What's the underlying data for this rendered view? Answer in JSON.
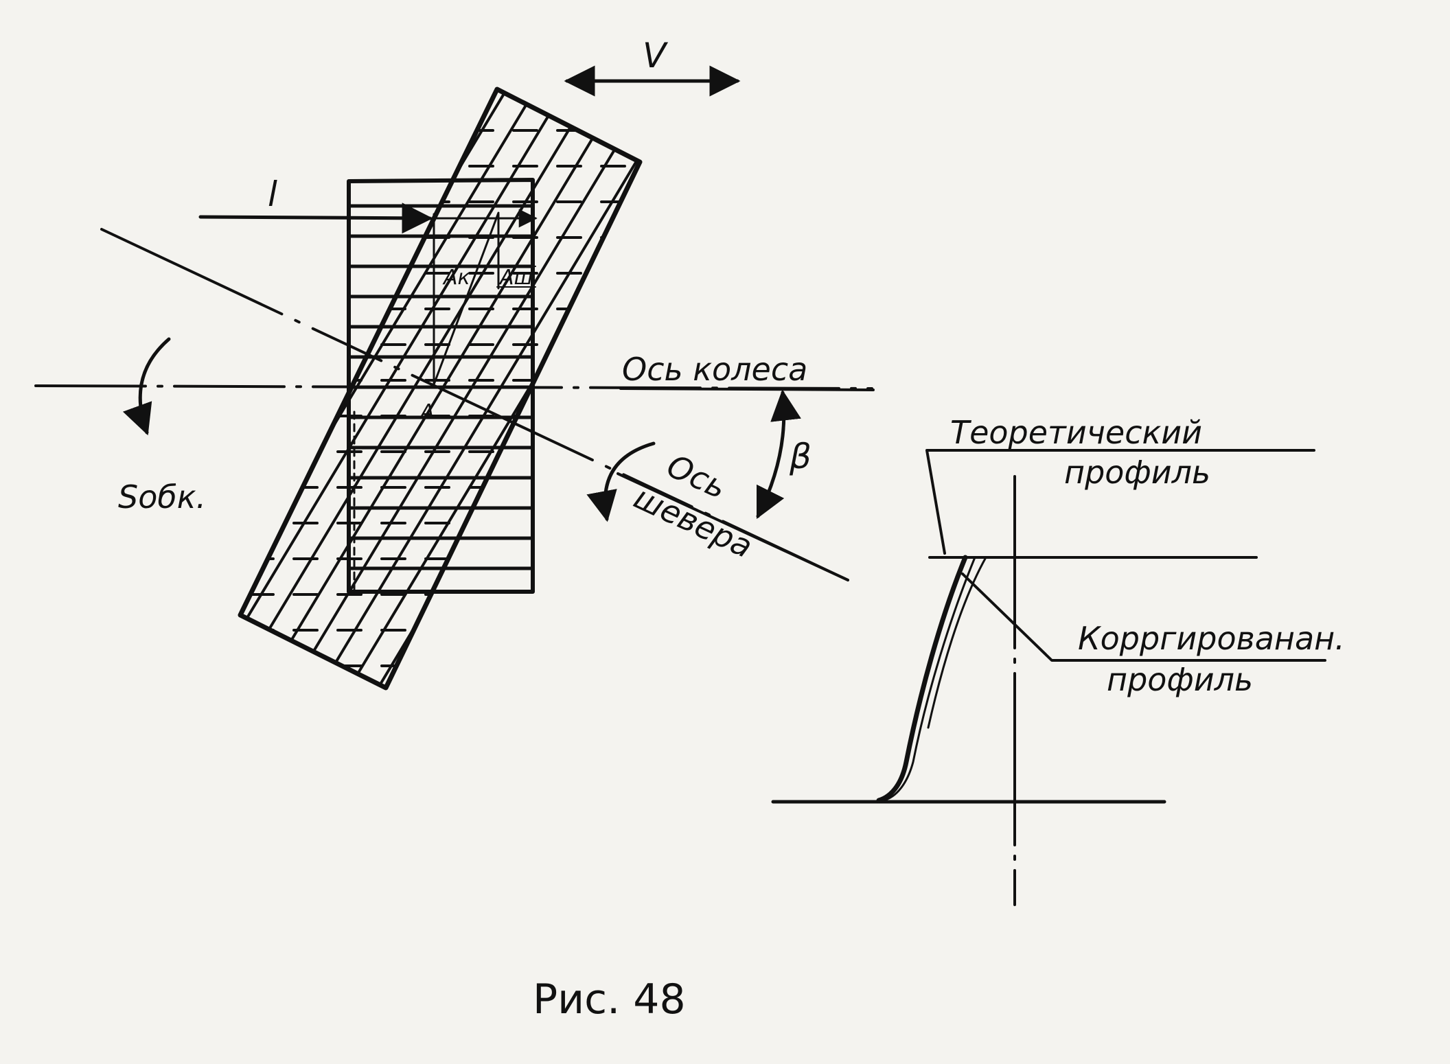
{
  "labels": {
    "velocity": "V",
    "length": "l",
    "ak": "Aк",
    "ash": "Aш",
    "point_a": "A",
    "wheel_axis": "Ось колеса",
    "beta": "β",
    "feed": "Sобк.",
    "shaver_axis_line1": "Ось",
    "shaver_axis_line2": "шевера",
    "theoretical_line1": "Теоретический",
    "theoretical_line2": "профиль",
    "corrected_line1": "Корргированан.",
    "corrected_line2": "профиль",
    "caption": "Рис. 48"
  },
  "colors": {
    "ink": "#111111",
    "paper": "#f4f3ef"
  }
}
